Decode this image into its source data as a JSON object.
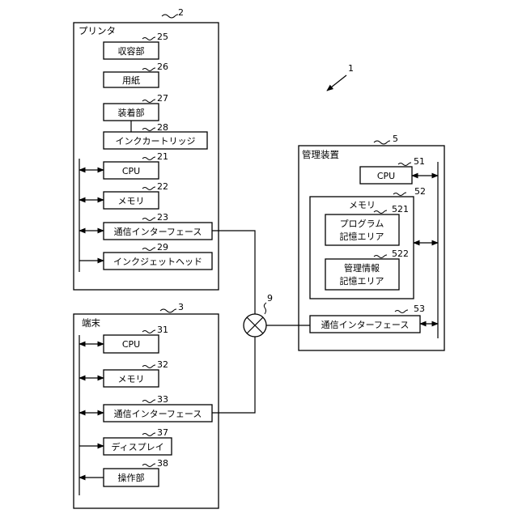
{
  "system_ref": "1",
  "network_ref": "9",
  "printer": {
    "title": "プリンタ",
    "ref": "2",
    "paper_storage": {
      "label": "収容部",
      "ref": "25"
    },
    "paper": {
      "label": "用紙",
      "ref": "26"
    },
    "mount": {
      "label": "装着部",
      "ref": "27"
    },
    "ink_cartridge": {
      "label": "インクカートリッジ",
      "ref": "28"
    },
    "cpu": {
      "label": "CPU",
      "ref": "21"
    },
    "memory": {
      "label": "メモリ",
      "ref": "22"
    },
    "comm_interface": {
      "label": "通信インターフェース",
      "ref": "23"
    },
    "inkjet_head": {
      "label": "インクジェットヘッド",
      "ref": "29"
    }
  },
  "terminal": {
    "title": "端末",
    "ref": "3",
    "cpu": {
      "label": "CPU",
      "ref": "31"
    },
    "memory": {
      "label": "メモリ",
      "ref": "32"
    },
    "comm_interface": {
      "label": "通信インターフェース",
      "ref": "33"
    },
    "display": {
      "label": "ディスプレイ",
      "ref": "37"
    },
    "operation": {
      "label": "操作部",
      "ref": "38"
    }
  },
  "manager": {
    "title": "管理装置",
    "ref": "5",
    "cpu": {
      "label": "CPU",
      "ref": "51"
    },
    "memory": {
      "label": "メモリ",
      "ref": "52",
      "program_area": {
        "line1": "プログラム",
        "line2": "記憶エリア",
        "ref": "521"
      },
      "mgmt_info_area": {
        "line1": "管理情報",
        "line2": "記憶エリア",
        "ref": "522"
      }
    },
    "comm_interface": {
      "label": "通信インターフェース",
      "ref": "53"
    }
  }
}
